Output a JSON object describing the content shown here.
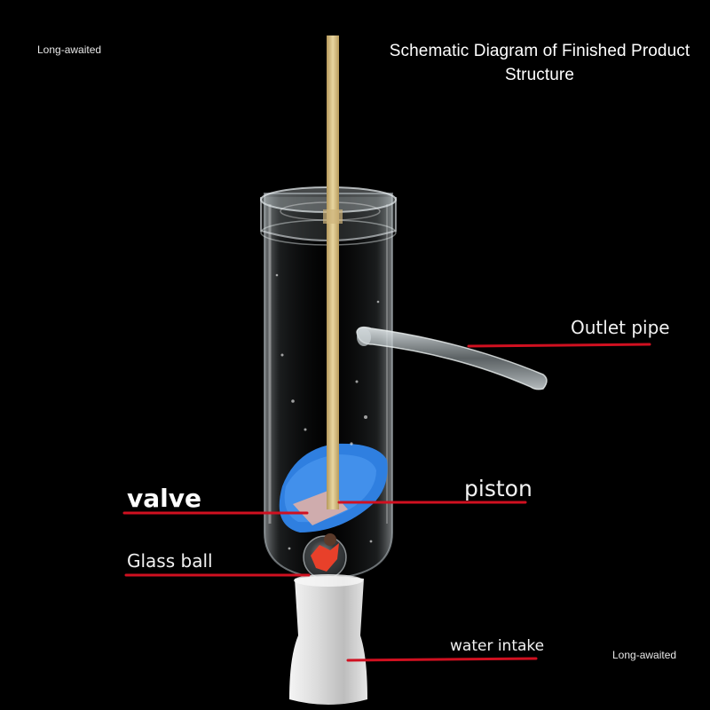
{
  "watermark_text": "Long-awaited",
  "title_line1": "Schematic Diagram of Finished Product",
  "title_line2": "Structure",
  "labels": {
    "outlet_pipe": "Outlet pipe",
    "valve": "valve",
    "piston": "piston",
    "glass_ball": "Glass ball",
    "water_intake": "water intake"
  },
  "colors": {
    "background": "#000000",
    "leader_line": "#d01020",
    "label_text": "#f2f2f2",
    "piston_disc": "#2f7fe0",
    "rod": "#d8c48a",
    "ball_core": "#e8402a",
    "intake_nozzle": "#e6e6e6"
  }
}
